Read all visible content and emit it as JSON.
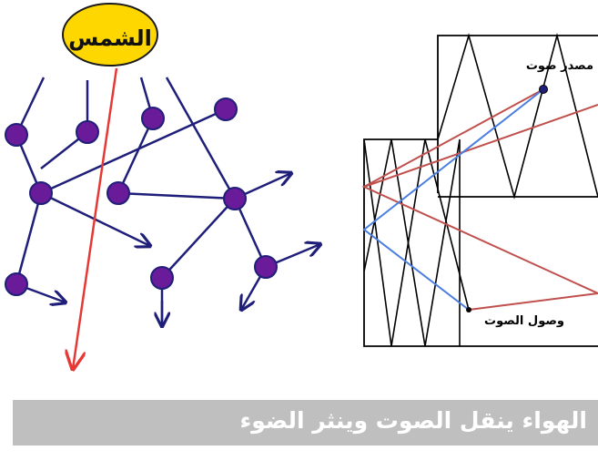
{
  "sun": {
    "label": "الشمس",
    "fill": "#ffd700"
  },
  "labels": {
    "sound_source": "مصدر صوت",
    "sound_arrival": "وصول الصوت"
  },
  "caption": {
    "text": "الهواء ينقل الصوت وينثر الضوء",
    "background": "#bfbfbf"
  },
  "colors": {
    "molecule": "#6a1b9a",
    "molecule_line": "#1f1f7a",
    "light_ray": "#e53935",
    "red_path": "#c0504d",
    "blue_path": "#4a7fe0",
    "zigzag": "#000000"
  },
  "icons": {
    "molecule": "circle",
    "arrow": "arrowhead"
  }
}
